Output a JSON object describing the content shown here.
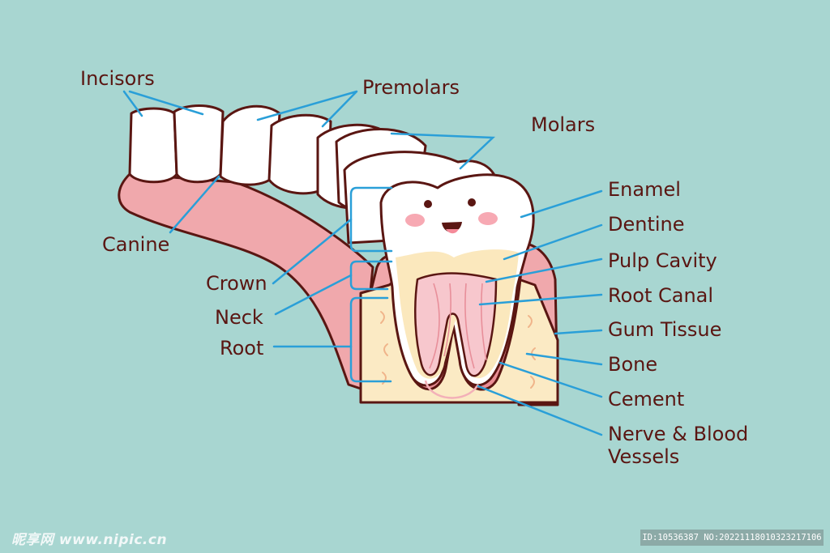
{
  "labels": {
    "incisors": "Incisors",
    "premolars": "Premolars",
    "molars": "Molars",
    "canine": "Canine",
    "crown": "Crown",
    "neck": "Neck",
    "root": "Root",
    "enamel": "Enamel",
    "dentine": "Dentine",
    "pulp_cavity": "Pulp Cavity",
    "root_canal": "Root Canal",
    "gum_tissue": "Gum Tissue",
    "bone": "Bone",
    "cement": "Cement",
    "nerve_blood_vessels": "Nerve & Blood\nVessels"
  },
  "watermark": {
    "left": "昵享网 www.nipic.cn",
    "right": "ID:10536387 NO:20221118010323217106"
  },
  "colors": {
    "background": "#a8d6d1",
    "outline": "#5a1612",
    "leader": "#2a9fd8",
    "gum": "#f0a8ac",
    "bone": "#fbeac4",
    "tooth": "#ffffff",
    "pulp": "#f7c7cd"
  }
}
